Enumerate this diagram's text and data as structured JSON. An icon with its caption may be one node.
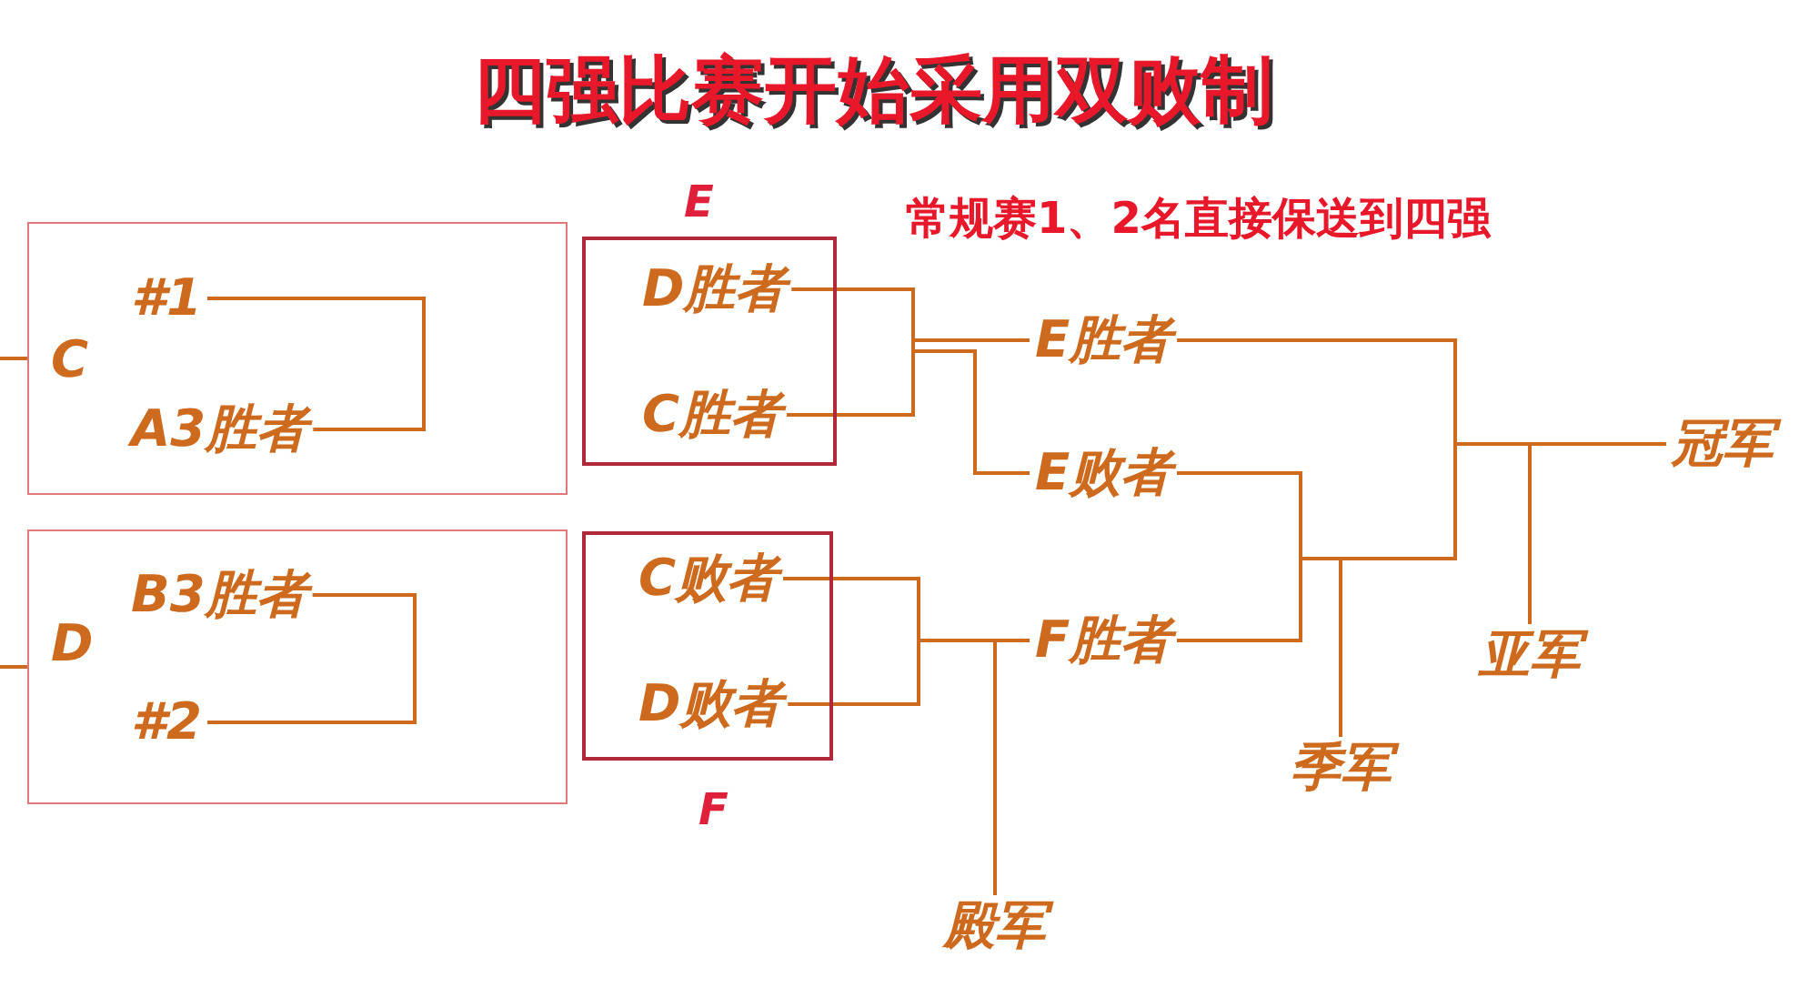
{
  "diagram": {
    "title": "四强比赛开始采用双败制",
    "nodes": [
      {
        "text": [
          "C"
        ]
      },
      {
        "text": [
          "#1"
        ],
        "in": 0
      },
      {
        "text": [
          "A3胜者"
        ],
        "in": 0
      },
      {
        "text": [
          "D"
        ]
      },
      {
        "text": [
          "B3胜者"
        ],
        "in": 3
      },
      {
        "text": [
          "#2"
        ],
        "in": 3
      },
      {
        "text": [
          "E"
        ]
      },
      {
        "text": [
          "D胜者"
        ],
        "in": 6
      },
      {
        "text": [
          "C胜者"
        ],
        "in": 6
      },
      {
        "text": [
          "F"
        ]
      },
      {
        "text": [
          "C败者"
        ],
        "in": 9
      },
      {
        "text": [
          "D败者"
        ],
        "in": 9
      },
      {
        "text": [
          "E胜者"
        ]
      },
      {
        "text": [
          "E败者"
        ]
      },
      {
        "text": [
          "F胜者"
        ]
      },
      {
        "text": [
          "殿军"
        ]
      },
      {
        "text": [
          "季军"
        ]
      },
      {
        "text": [
          "亚军"
        ]
      },
      {
        "text": [
          "冠军"
        ]
      }
    ],
    "edges": [
      {
        "from": null,
        "to": 0,
        "arrow": "none"
      },
      {
        "from": 1,
        "to": 2,
        "arrow": "none"
      },
      {
        "from": null,
        "to": 3,
        "arrow": "none"
      },
      {
        "from": 4,
        "to": 5,
        "arrow": "none"
      },
      {
        "from": 7,
        "to": 12,
        "arrow": "none"
      },
      {
        "from": 8,
        "to": 12,
        "arrow": "none"
      },
      {
        "from": 7,
        "to": 13,
        "arrow": "none"
      },
      {
        "from": 8,
        "to": 13,
        "arrow": "none"
      },
      {
        "from": 10,
        "to": 14,
        "arrow": "none"
      },
      {
        "from": 11,
        "to": 14,
        "arrow": "none"
      },
      {
        "from": 10,
        "to": 15,
        "arrow": "none"
      },
      {
        "from": 11,
        "to": 15,
        "arrow": "none"
      },
      {
        "from": 13,
        "to": 16,
        "arrow": "none"
      },
      {
        "from": 14,
        "to": 16,
        "arrow": "none"
      },
      {
        "from": 12,
        "to": 18,
        "arrow": "none"
      },
      {
        "from": 13,
        "to": 18,
        "arrow": "none"
      },
      {
        "from": 14,
        "to": 18,
        "arrow": "none"
      },
      {
        "from": 12,
        "to": 17,
        "arrow": "none"
      },
      {
        "from": 13,
        "to": 17,
        "arrow": "none"
      },
      {
        "from": 14,
        "to": 17,
        "arrow": "none"
      }
    ],
    "labels": [
      "常规赛1、2名直接保送到四强"
    ]
  }
}
